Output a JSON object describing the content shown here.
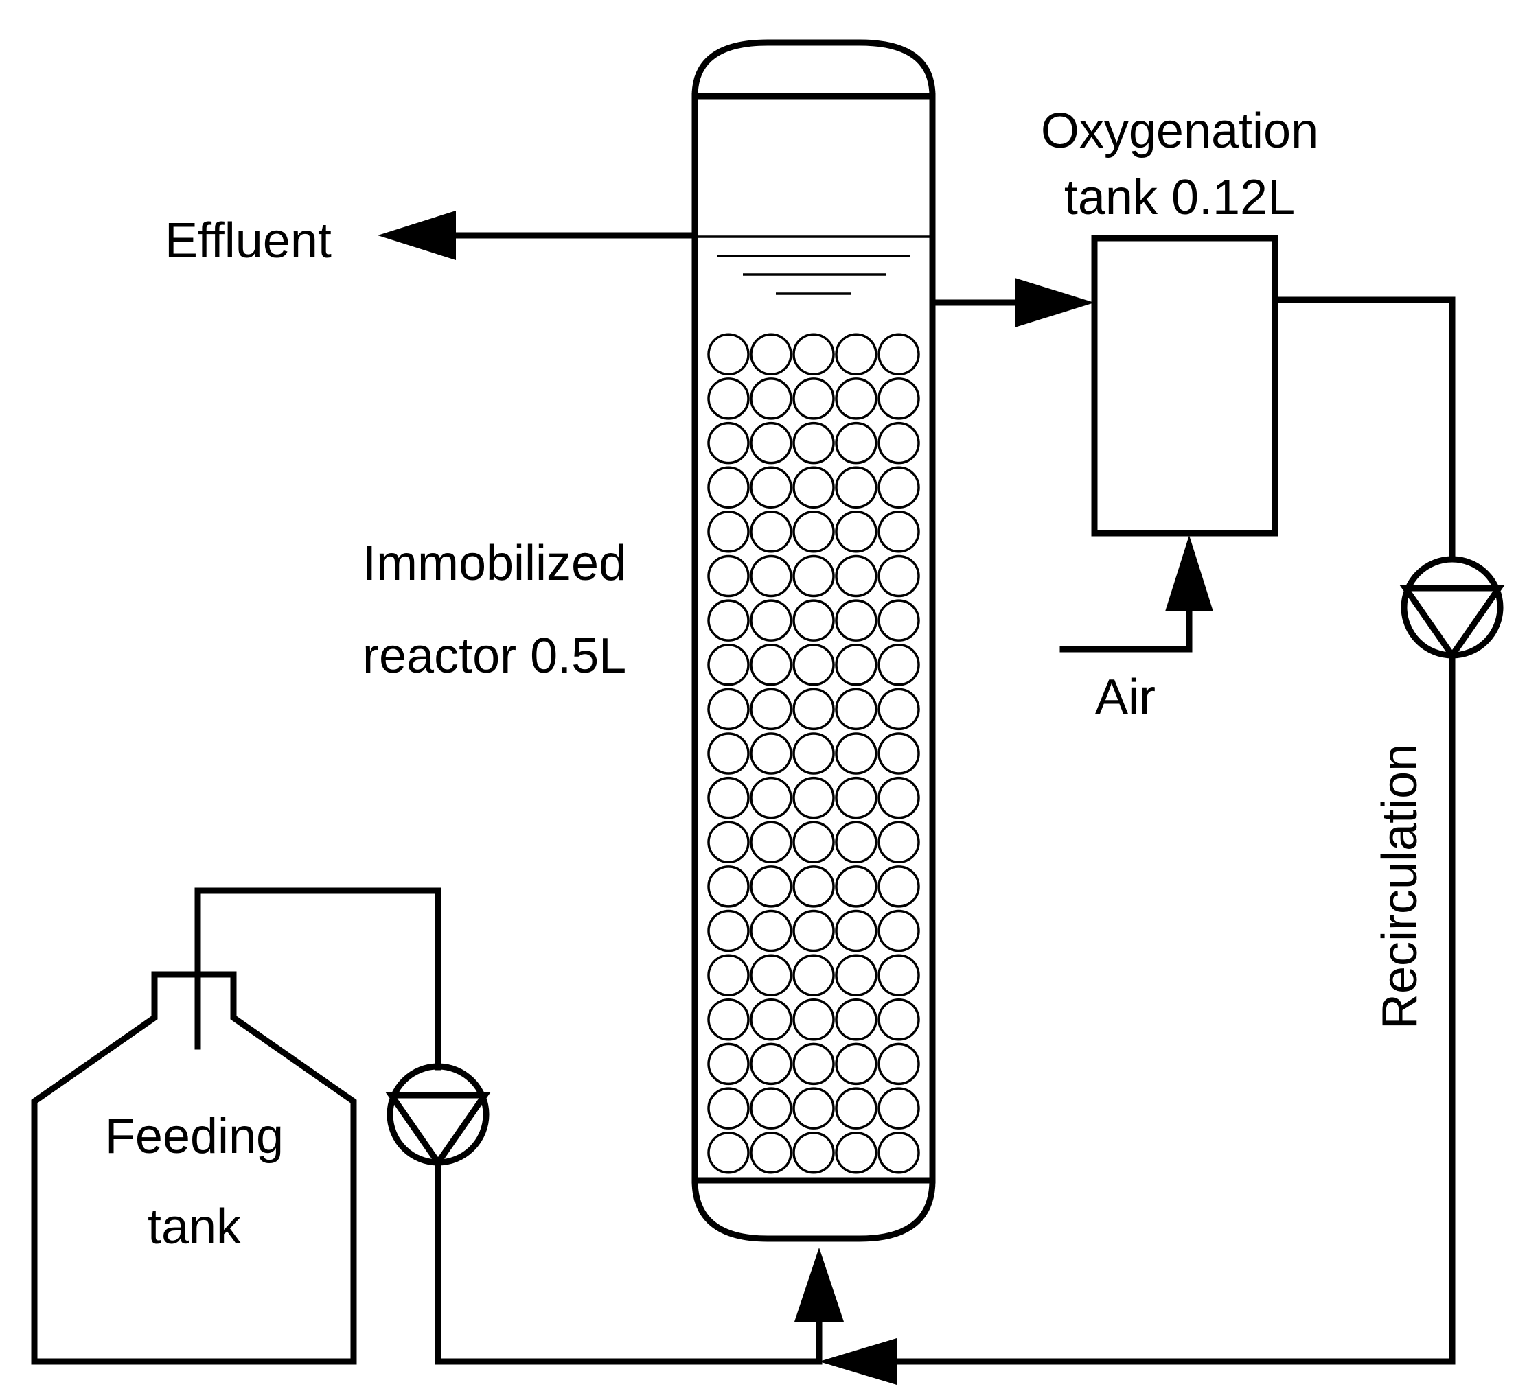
{
  "labels": {
    "effluent": "Effluent",
    "oxygenation_line1": "Oxygenation",
    "oxygenation_line2": "tank 0.12L",
    "reactor_line1": "Immobilized",
    "reactor_line2": "reactor 0.5L",
    "air": "Air",
    "recirculation": "Recirculation",
    "feeding_line1": "Feeding",
    "feeding_line2": "tank"
  },
  "packing": {
    "columns": 5,
    "rows": 19
  }
}
